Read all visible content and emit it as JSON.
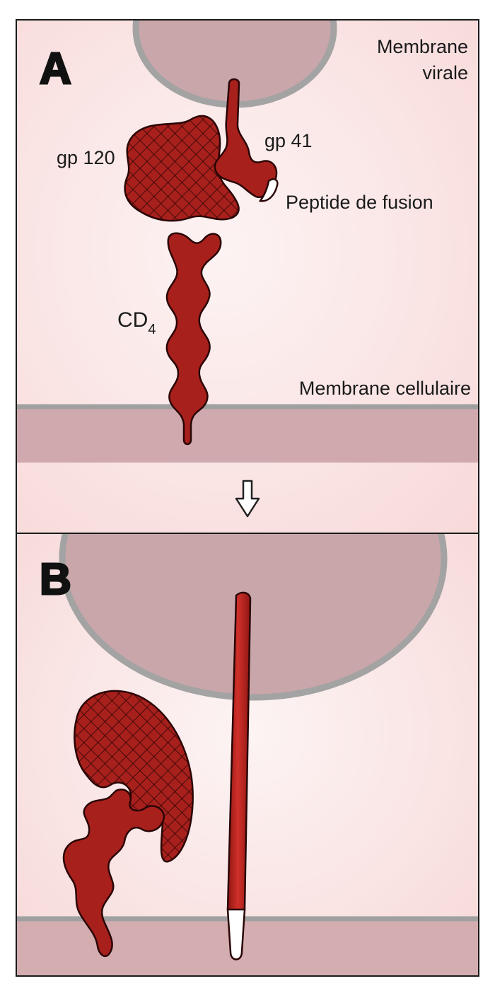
{
  "panel_a": {
    "letter": "A",
    "labels": {
      "viral_membrane_line1": "Membrane",
      "viral_membrane_line2": "virale",
      "gp120": "gp 120",
      "gp41": "gp 41",
      "fusion_peptide": "Peptide de fusion",
      "cd4_main": "CD",
      "cd4_sub": "4",
      "cell_membrane": "Membrane cellulaire"
    }
  },
  "panel_b": {
    "letter": "B"
  },
  "colors": {
    "protein_red": "#a8201c",
    "protein_outline": "#2a0505",
    "membrane_fill": "#c9a7ab",
    "membrane_line": "#9a9a9a",
    "background_tint": "#fbeaea"
  }
}
